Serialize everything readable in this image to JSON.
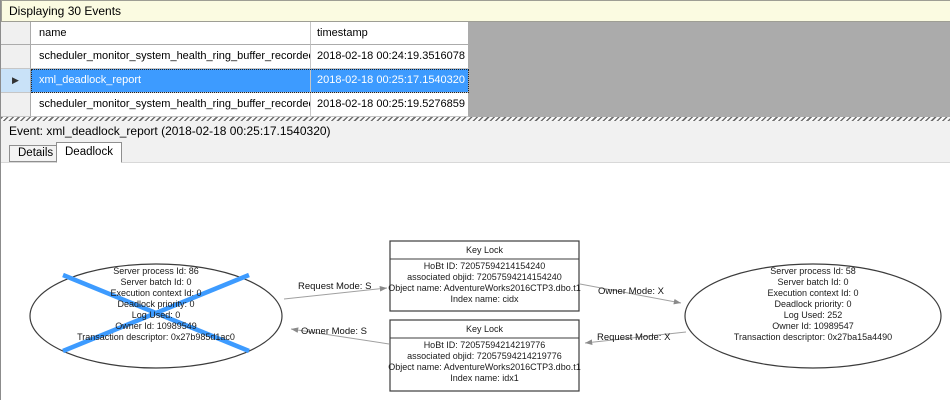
{
  "header": {
    "title": "Displaying 30 Events"
  },
  "grid": {
    "columns": {
      "name": "name",
      "timestamp": "timestamp"
    },
    "selected_row_marker": "▶",
    "rows": [
      {
        "name": "scheduler_monitor_system_health_ring_buffer_recorded",
        "timestamp": "2018-02-18 00:24:19.3516078",
        "selected": false
      },
      {
        "name": "xml_deadlock_report",
        "timestamp": "2018-02-18 00:25:17.1540320",
        "selected": true
      },
      {
        "name": "scheduler_monitor_system_health_ring_buffer_recorded",
        "timestamp": "2018-02-18 00:25:19.5276859",
        "selected": false
      }
    ]
  },
  "event_bar": {
    "label": "Event: xml_deadlock_report (2018-02-18 00:25:17.1540320)"
  },
  "tabs": [
    {
      "label": "Details",
      "active": false
    },
    {
      "label": "Deadlock",
      "active": true
    }
  ],
  "deadlock_graph": {
    "left_process": {
      "victim": true,
      "lines": [
        "Server process Id: 86",
        "Server batch Id: 0",
        "Execution context Id: 0",
        "Deadlock priority: 0",
        "Log Used: 0",
        "Owner Id: 10989549",
        "Transaction descriptor: 0x27b985d1ac0"
      ]
    },
    "right_process": {
      "victim": false,
      "lines": [
        "Server process Id: 58",
        "Server batch Id: 0",
        "Execution context Id: 0",
        "Deadlock priority: 0",
        "Log Used: 252",
        "Owner Id: 10989547",
        "Transaction descriptor: 0x27ba15a4490"
      ]
    },
    "top_resource": {
      "title": "Key Lock",
      "lines": [
        "HoBt ID: 72057594214154240",
        "associated objid: 72057594214154240",
        "Object name: AdventureWorks2016CTP3.dbo.t1",
        "Index name: cidx"
      ]
    },
    "bottom_resource": {
      "title": "Key Lock",
      "lines": [
        "HoBt ID: 72057594214219776",
        "associated objid: 72057594214219776",
        "Object name: AdventureWorks2016CTP3.dbo.t1",
        "Index name: idx1"
      ]
    },
    "edges": {
      "request_s": "Request Mode: S",
      "owner_s": "Owner Mode: S",
      "owner_x": "Owner Mode: X",
      "request_x": "Request Mode: X"
    },
    "colors": {
      "victim_cross": "#3D9BFF",
      "selection": "#3D9BFF",
      "info_bar": "#FBFBE1"
    }
  }
}
